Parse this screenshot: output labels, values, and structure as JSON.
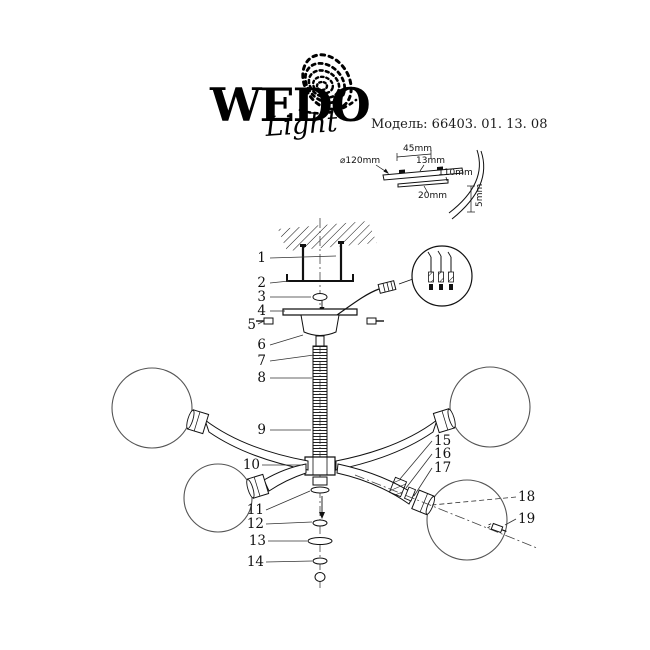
{
  "header": {
    "brand": "WEDO",
    "brand_script": "Light",
    "model": "Модель: 66403. 01. 13. 08"
  },
  "inset": {
    "d45": "45mm",
    "d13": "13mm",
    "d110": "110mm",
    "d20": "20mm",
    "d120": "⌀120mm",
    "d5": "5mm"
  },
  "parts": {
    "left": [
      "1",
      "2",
      "3",
      "4",
      "5",
      "6",
      "7",
      "8",
      "9",
      "10",
      "11",
      "12",
      "13",
      "14"
    ],
    "right": [
      "15",
      "16",
      "17",
      "18",
      "19"
    ]
  }
}
